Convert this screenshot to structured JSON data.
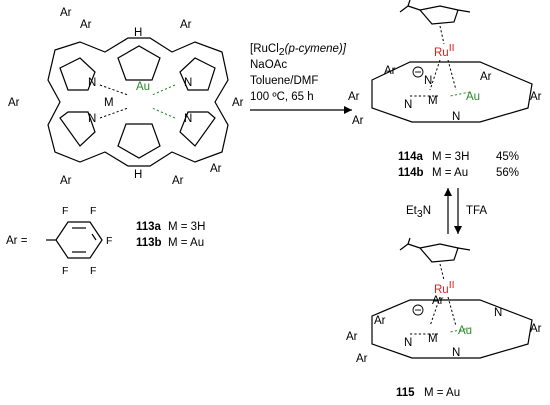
{
  "left_molecule": {
    "substituent": "Ar",
    "nh": "H",
    "n": "N",
    "metal_m": "M",
    "metal_au": "Au"
  },
  "ar_definition": {
    "lhs": "Ar =",
    "fluorine": "F"
  },
  "compounds_113": [
    {
      "id": "113a",
      "desc": "M = 3H"
    },
    {
      "id": "113b",
      "desc": "M = Au"
    }
  ],
  "conditions": {
    "line1": "[RuCl",
    "line1_sub": "2",
    "line1_italic": "(p-cymene)]",
    "line2": "NaOAc",
    "line3": "Toluene/DMF",
    "line4": "100 ºC, 65 h"
  },
  "ru_label": "Ru",
  "ru_ox": "II",
  "au_label": "Au",
  "products_114": [
    {
      "id": "114a",
      "desc": "M = 3H",
      "yield": "45%"
    },
    {
      "id": "114b",
      "desc": "M = Au",
      "yield": "56%"
    }
  ],
  "equilibrium": {
    "left_reagent": "Et",
    "left_sub": "3",
    "left_tail": "N",
    "right_reagent": "TFA"
  },
  "product_115": {
    "id": "115",
    "desc": "M = Au"
  },
  "colors": {
    "gold_au": "#2a8a2a",
    "ruthenium": "#e0201b"
  }
}
